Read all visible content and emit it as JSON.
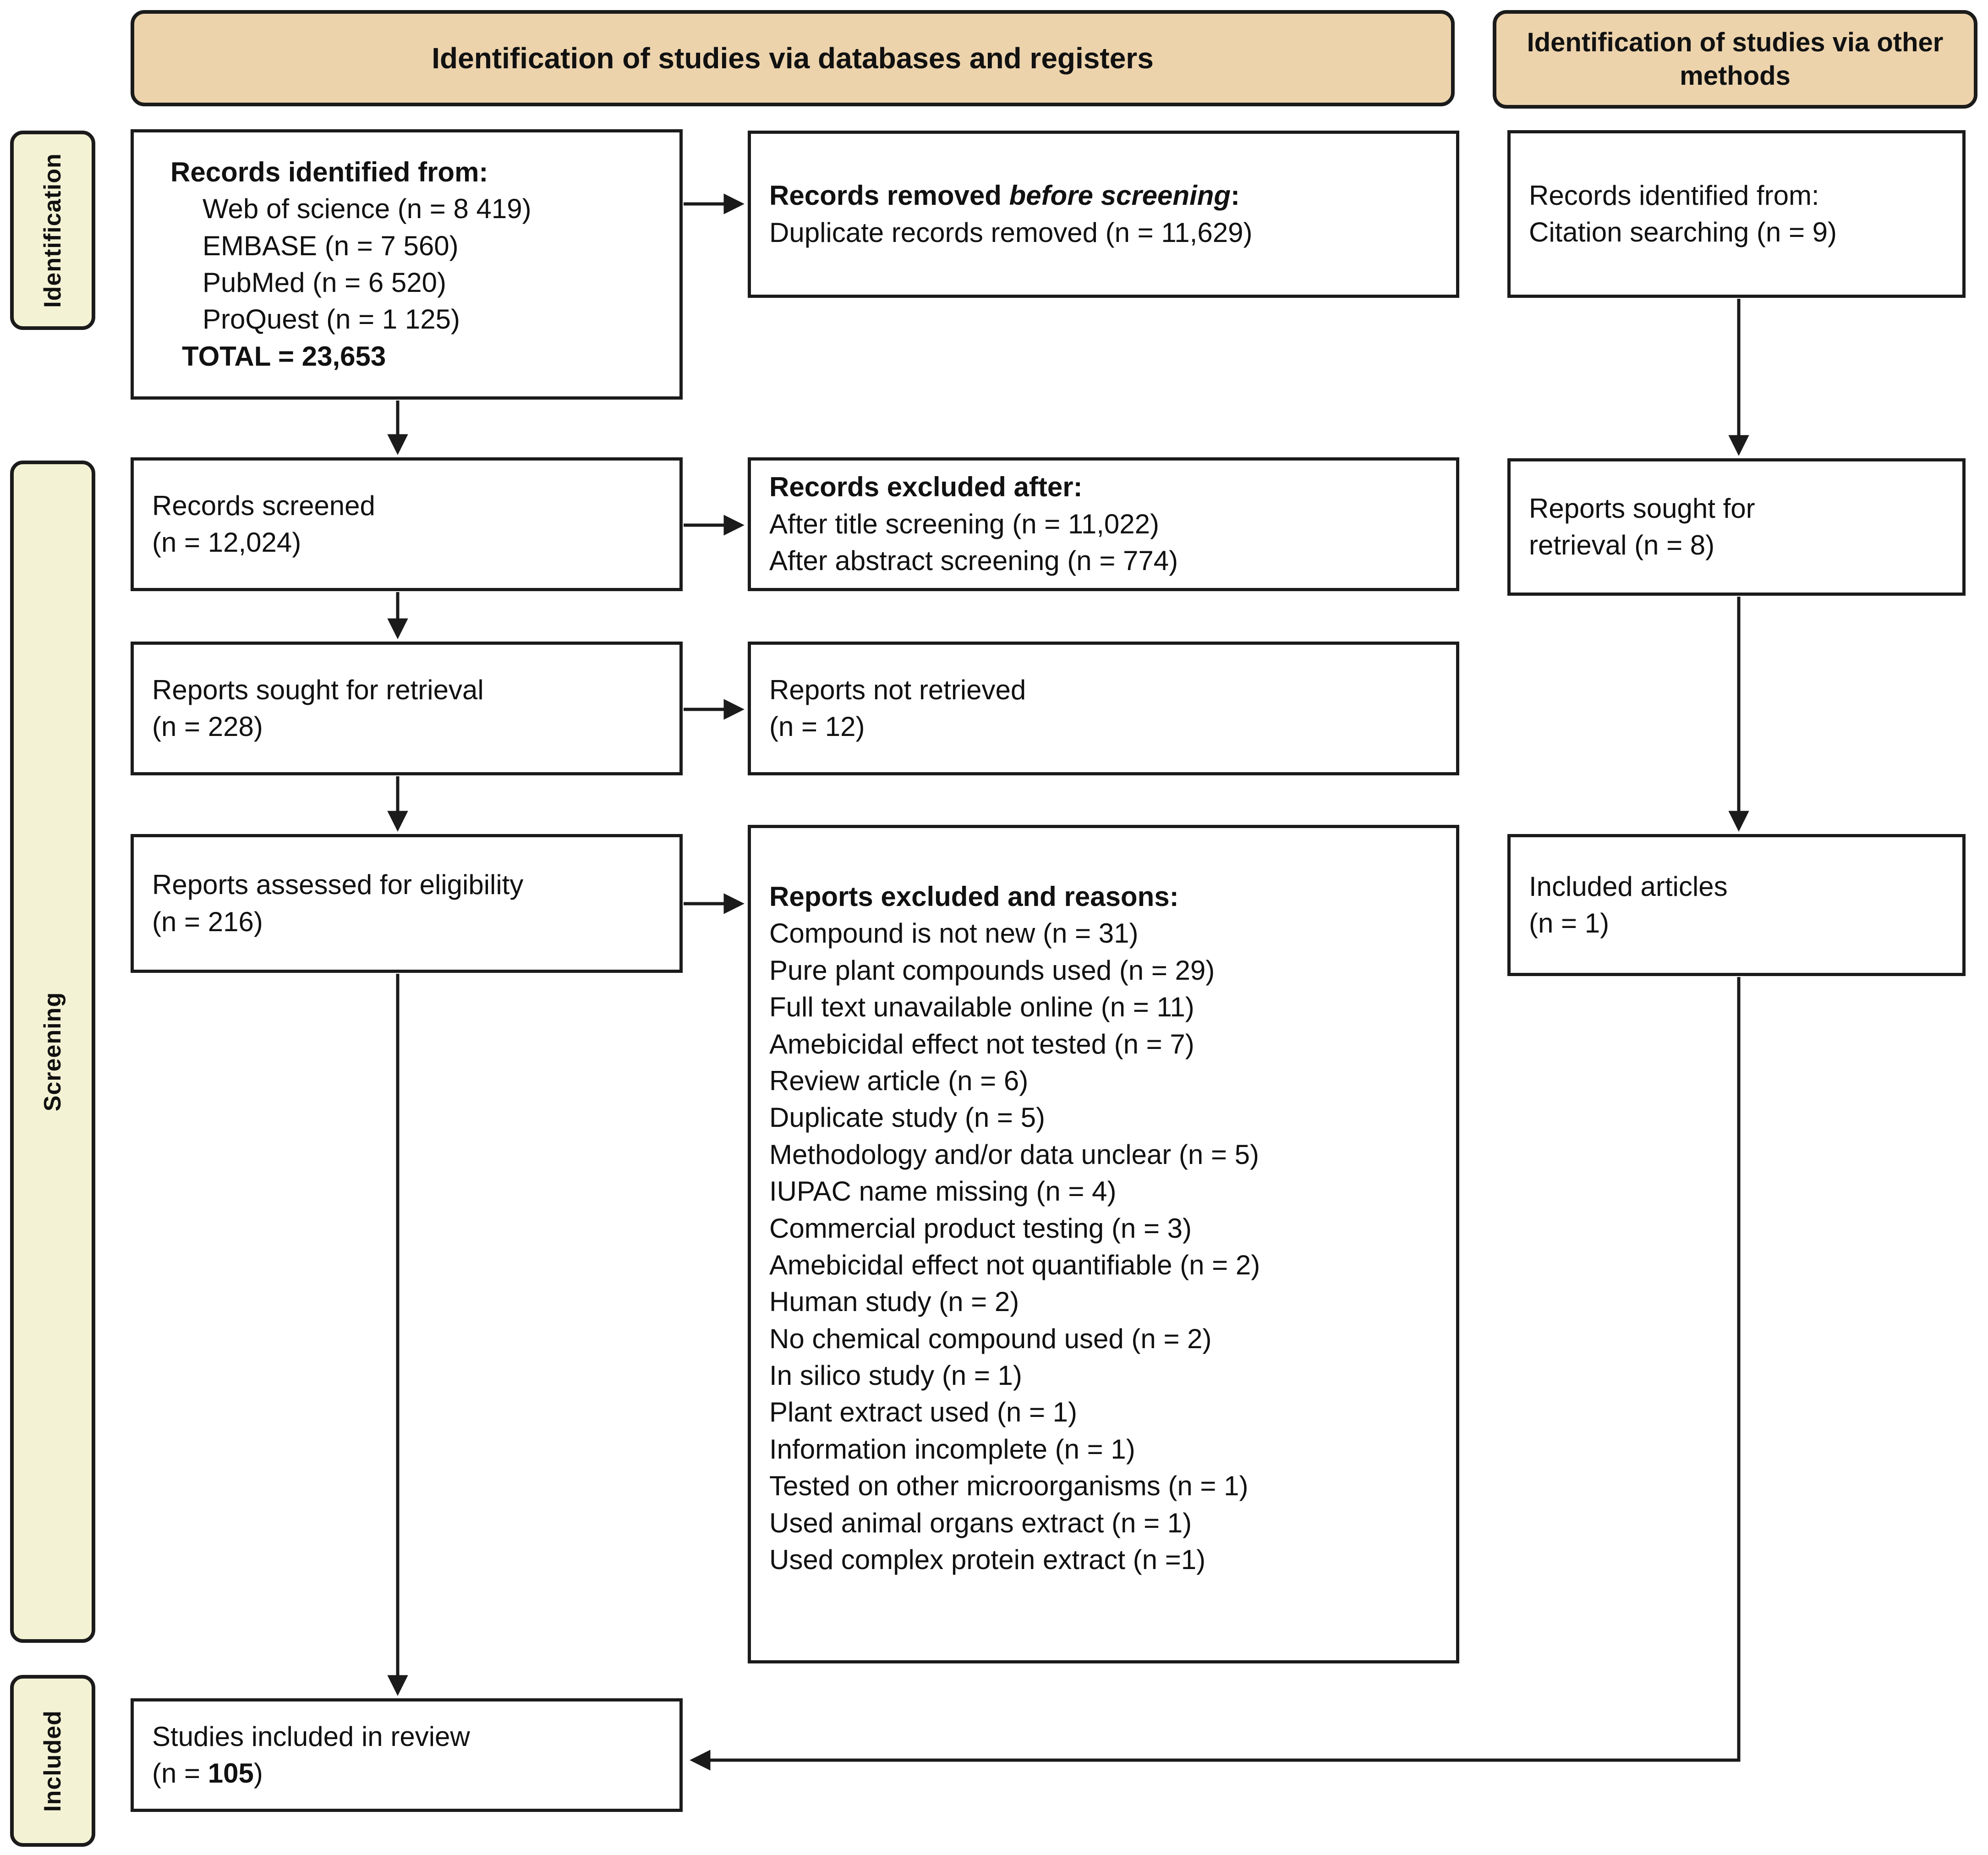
{
  "colors": {
    "header_fill": "#ecd3ac",
    "sidebar_fill": "#f3f2d4",
    "box_fill": "#ffffff",
    "line_color": "#1b1b1b",
    "text_color": "#111111",
    "bg": "#ffffff"
  },
  "headers": {
    "left": "Identification of studies via databases and registers",
    "right": "Identification of studies via other methods"
  },
  "sidebar": {
    "identification": "Identification",
    "screening": "Screening",
    "included": "Included"
  },
  "database_identification": {
    "title": "Records identified from:",
    "sources": [
      "Web of science (n = 8 419)",
      "EMBASE (n = 7 560)",
      "PubMed (n = 6 520)",
      "ProQuest (n = 1 125)"
    ],
    "total": "TOTAL = 23,653"
  },
  "records_removed": {
    "title_prefix": "Records removed ",
    "title_italic": "before screening",
    "title_suffix": ":",
    "line": "Duplicate records removed (n = 11,629)"
  },
  "other_methods_identification": {
    "line1": "Records identified from:",
    "line2": "Citation searching (n = 9)"
  },
  "records_screened": {
    "line1": "Records screened",
    "line2": "(n = 12,024)"
  },
  "records_excluded": {
    "title": "Records excluded after:",
    "lines": [
      "After title screening (n = 11,022)",
      "After abstract screening (n = 774)"
    ]
  },
  "reports_sought_other": {
    "line1": "Reports sought for",
    "line2": "retrieval (n = 8)"
  },
  "reports_sought": {
    "line1": "Reports sought for retrieval",
    "line2": "(n = 228)"
  },
  "reports_not_retrieved": {
    "line1": "Reports not retrieved",
    "line2": "(n = 12)"
  },
  "reports_assessed": {
    "line1": "Reports assessed for eligibility",
    "line2": "(n = 216)"
  },
  "reports_excluded": {
    "title": "Reports excluded and reasons:",
    "reasons": [
      "Compound is not new (n = 31)",
      "Pure plant compounds used (n = 29)",
      "Full text unavailable online (n = 11)",
      "Amebicidal effect not tested (n = 7)",
      "Review article (n = 6)",
      "Duplicate study (n = 5)",
      "Methodology and/or data unclear (n = 5)",
      "IUPAC name missing (n = 4)",
      "Commercial product testing (n = 3)",
      "Amebicidal effect not quantifiable (n = 2)",
      "Human study (n = 2)",
      "No chemical compound used (n = 2)",
      "In silico study (n = 1)",
      "Plant extract used (n = 1)",
      "Information incomplete (n = 1)",
      "Tested on other microorganisms (n = 1)",
      "Used animal organs extract (n = 1)",
      "Used complex protein extract (n =1)"
    ]
  },
  "included_articles": {
    "line1": "Included articles",
    "line2": "(n = 1)"
  },
  "studies_included": {
    "line1": "Studies included in review",
    "line2_prefix": "(n = ",
    "line2_bold": "105",
    "line2_suffix": ")"
  }
}
